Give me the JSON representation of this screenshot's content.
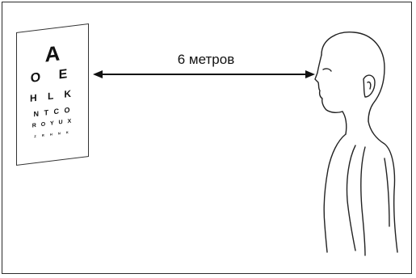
{
  "eye_chart": {
    "rows": [
      "A",
      "O E",
      "H L K",
      "N T C O",
      "R O Y U X",
      "Z R H N K"
    ]
  },
  "distance": {
    "label": "6 метров"
  }
}
